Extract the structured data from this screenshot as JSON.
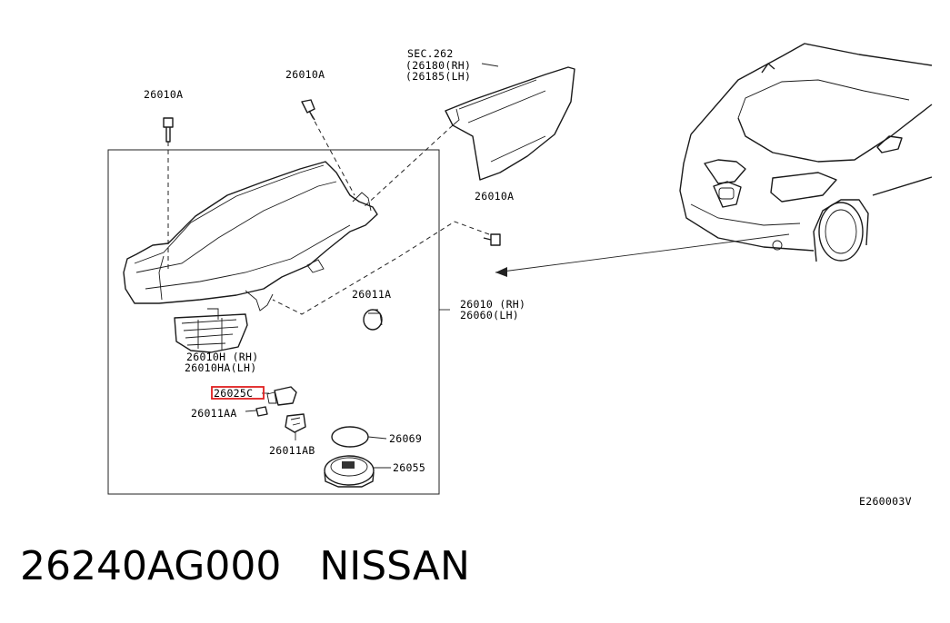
{
  "labels": {
    "bolt_top_left": "26010A",
    "bolt_top_center": "26010A",
    "sec_ref": "SEC.262",
    "sec_rh": "(26180(RH)",
    "sec_lh": "(26185(LH)",
    "bolt_right": "26010A",
    "bulb_cap": "26011A",
    "assy_rh": "26010 (RH)",
    "assy_lh": "26060(LH)",
    "bracket_rh": "26010H (RH)",
    "bracket_lh": "26010HA(LH)",
    "socket_highlighted": "26025C",
    "bulb_aa": "26011AA",
    "bulb_ab": "26011AB",
    "seal": "26069",
    "ballast": "26055",
    "diagram_code": "E260003V"
  },
  "highlight_color": "#e02020",
  "caption": {
    "part_number": "26240AG000",
    "brand": "NISSAN"
  }
}
